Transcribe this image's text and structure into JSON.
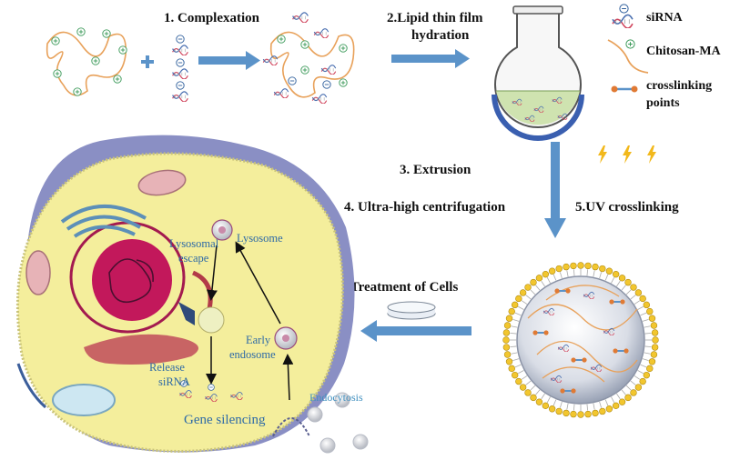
{
  "steps": {
    "complexation": "1. Complexation",
    "hydration_line1": "2.Lipid thin film",
    "hydration_line2": "hydration",
    "extrusion": "3. Extrusion",
    "centrifugation": "4. Ultra-high centrifugation",
    "uv_crosslinking": "5.UV crosslinking",
    "treatment": "6. Treatment of Cells"
  },
  "legend": {
    "sirna": "siRNA",
    "chitosan": "Chitosan-MA",
    "crosslink_line1": "crosslinking",
    "crosslink_line2": "points"
  },
  "cell_labels": {
    "lysosomal_line1": "Lysosomal",
    "lysosomal_line2": "escape",
    "lysosome": "Lysosome",
    "release_line1": "Release",
    "release_line2": "siRNA",
    "early_line1": "Early",
    "early_line2": "endosome",
    "gene_silencing": "Gene silencing",
    "endocytosis": "Endocytosis"
  },
  "colors": {
    "arrow_blue": "#5b93c9",
    "chitosan_orange": "#e8a15a",
    "cell_yellow": "#f4ee9c",
    "membrane_purple": "#8a8fc4",
    "nucleus_red": "#c2185b",
    "sirna_red": "#d0445c",
    "sirna_blue": "#4a6fb0",
    "lightning": "#f2b81b"
  },
  "icons": [
    "plus-charge-icon",
    "minus-charge-icon",
    "lightning-icon",
    "flask-icon",
    "petri-dish-icon"
  ]
}
